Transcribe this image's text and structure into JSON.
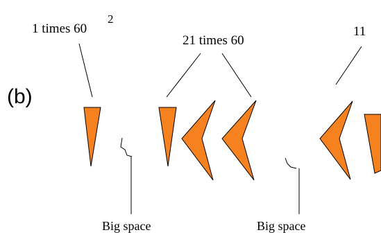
{
  "panel_label": "(b)",
  "labels": {
    "group1": "1 times 60",
    "group1_exponent": "2",
    "group2": "21 times 60",
    "group3": "11",
    "space1": "Big space",
    "space2": "Big space"
  },
  "colors": {
    "wedge_fill": "#f5821f",
    "outline": "#000000",
    "background": "#ffffff"
  }
}
